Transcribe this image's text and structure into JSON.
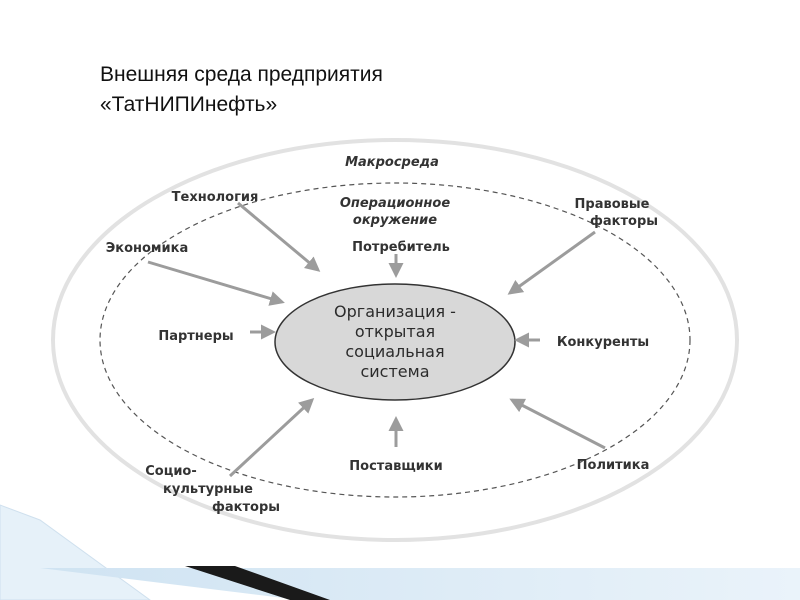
{
  "title": {
    "line1": "Внешняя среда предприятия",
    "line2": "«ТатНИПИнефть»"
  },
  "diagram": {
    "outer_label": "Макросреда",
    "inner_label_line1": "Операционное",
    "inner_label_line2": "окружение",
    "center_line1": "Организация -",
    "center_line2": "открытая",
    "center_line3": "социальная",
    "center_line4": "система",
    "labels": {
      "technology": "Технология",
      "economy": "Экономика",
      "legal_line1": "Правовые",
      "legal_line2": "факторы",
      "consumer": "Потребитель",
      "partners": "Партнеры",
      "competitors": "Конкуренты",
      "suppliers": "Поставщики",
      "politics": "Политика",
      "socio_line1": "Социо-",
      "socio_line2": "культурные",
      "socio_line3": "факторы"
    },
    "colors": {
      "center_fill": "#d8d8d8",
      "arrow": "#9c9c9c",
      "outline": "#555555"
    }
  }
}
